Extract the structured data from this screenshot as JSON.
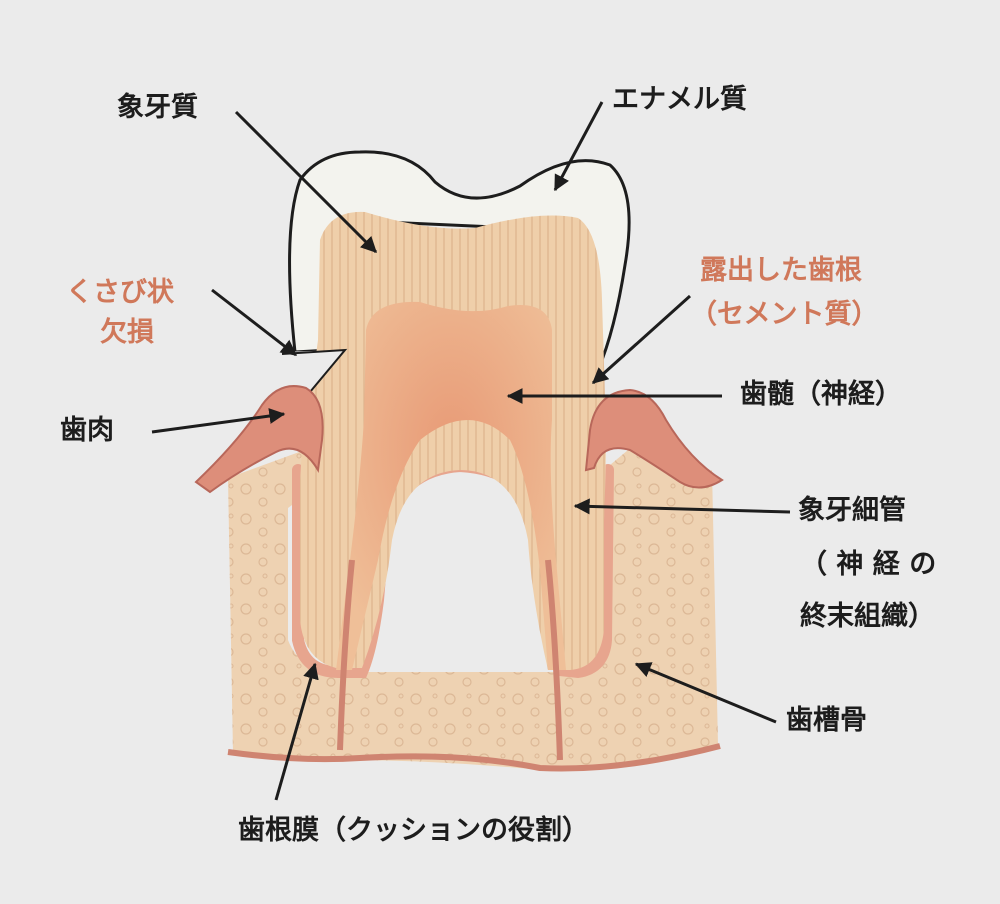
{
  "labels": {
    "dentin": "象牙質",
    "enamel": "エナメル質",
    "wedge_defect_line1": "くさび状",
    "wedge_defect_line2": "欠損",
    "exposed_root_line1": "露出した歯根",
    "exposed_root_line2": "（セメント質）",
    "pulp": "歯髄（神経）",
    "gingiva": "歯肉",
    "dentinal_tubules_line1": "象牙細管",
    "dentinal_tubules_line2": "（ 神 経 の",
    "dentinal_tubules_line3": "終末組織）",
    "alveolar_bone": "歯槽骨",
    "periodontal_ligament": "歯根膜（クッションの役割）"
  },
  "colors": {
    "background": "#ebebeb",
    "enamel": "#f3f3ee",
    "dentin": "#efcfaa",
    "pulp": "#e7a07c",
    "gum": "#dd8e7a",
    "bone": "#eed2b2",
    "accent_text": "#d0785a",
    "outline": "#1d1d1d"
  }
}
